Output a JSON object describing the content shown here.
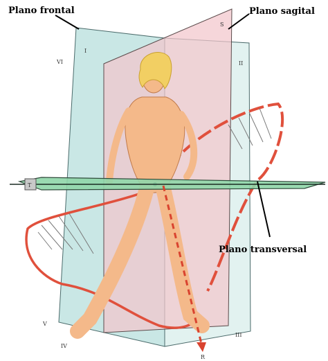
{
  "labels": {
    "frontal": "Plano frontal",
    "sagital": "Plano sagital",
    "transversal": "Plano transversal"
  },
  "plane_markers": [
    "I",
    "S",
    "II",
    "VI",
    "III",
    "IV",
    "V",
    "R",
    "T"
  ],
  "colors": {
    "frontal_plane": "#bfe3e0",
    "sagittal_plane": "#f2c6cc",
    "transverse_plane": "#8fd6a8",
    "motion_curve": "#e0503c",
    "skin": "#f4b98a",
    "hair": "#f2cf63"
  }
}
